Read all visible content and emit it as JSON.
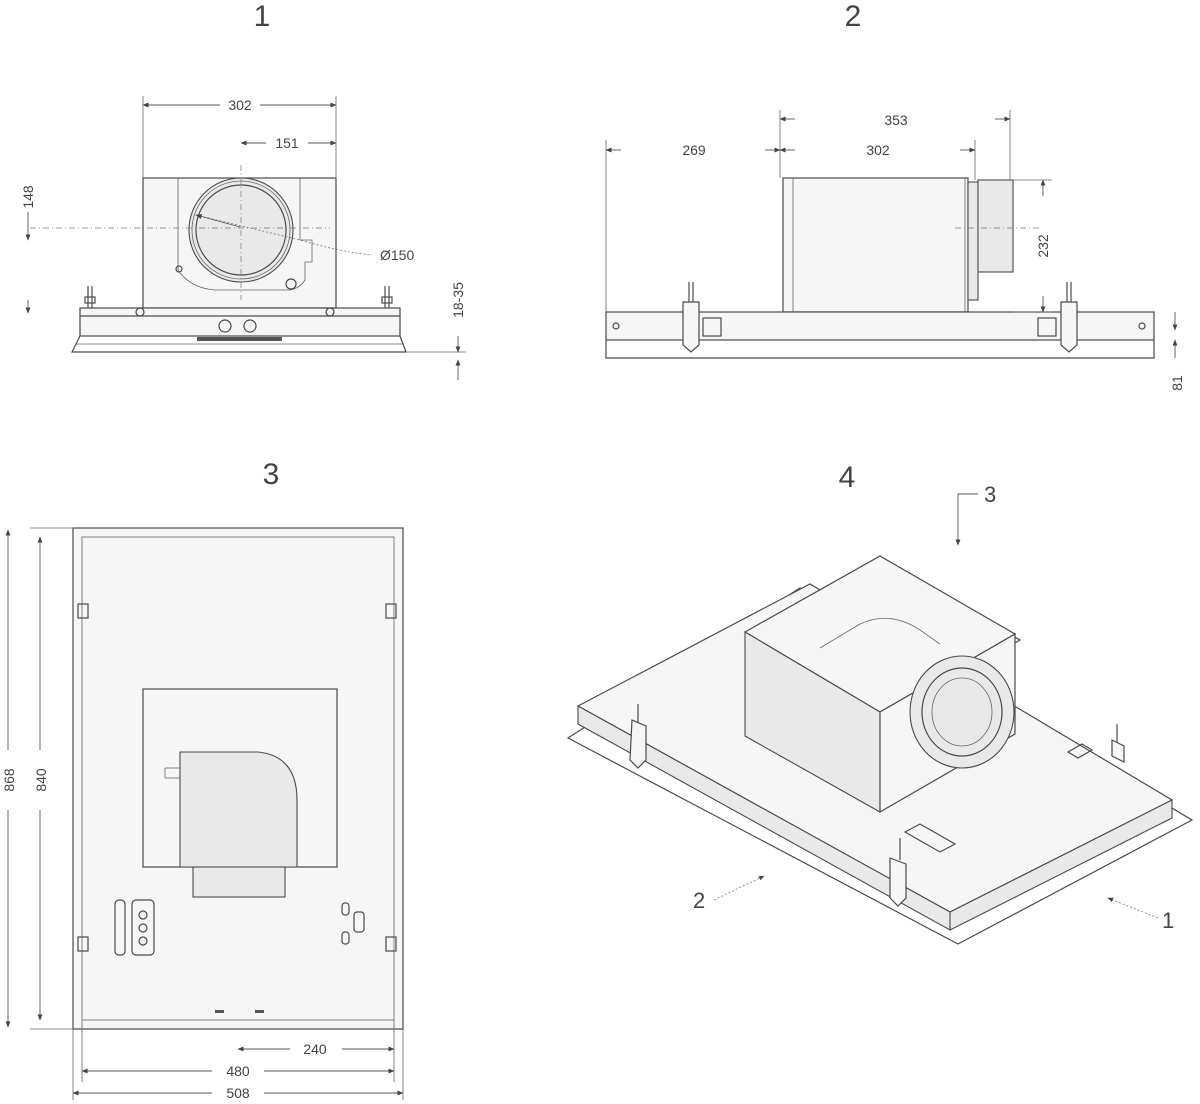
{
  "views": [
    {
      "number": "1"
    },
    {
      "number": "2"
    },
    {
      "number": "3"
    },
    {
      "number": "4"
    }
  ],
  "view1": {
    "dim_width": "302",
    "dim_half": "151",
    "dim_height": "148",
    "dim_diameter": "Ø150",
    "dim_adjust": "18-35"
  },
  "view2": {
    "dim_overall": "353",
    "dim_offset": "269",
    "dim_box": "302",
    "dim_box_height": "232",
    "dim_frame": "81"
  },
  "view3": {
    "dim_outer_length": "868",
    "dim_inner_length": "840",
    "dim_half_width": "240",
    "dim_inner_width": "480",
    "dim_outer_width": "508"
  },
  "view4": {
    "callout_1": "1",
    "callout_2": "2",
    "callout_3": "3"
  }
}
